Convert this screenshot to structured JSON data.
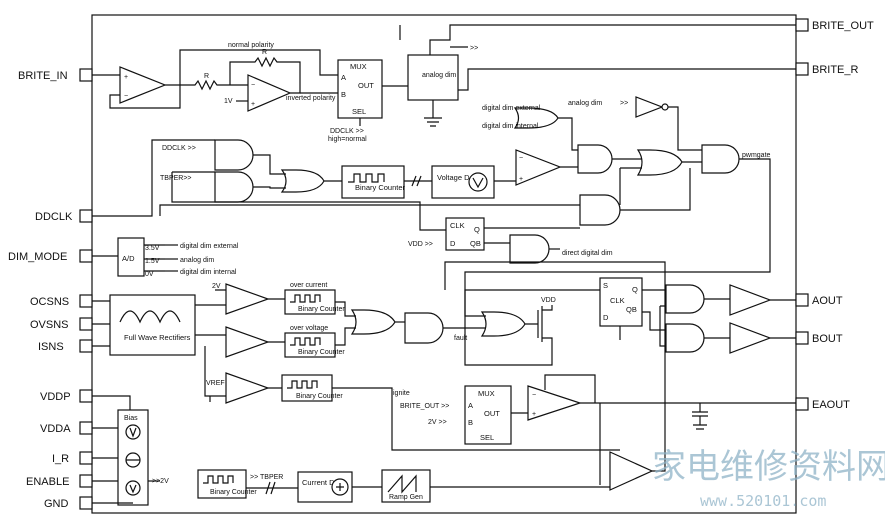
{
  "pins_left": [
    "BRITE_IN",
    "DDCLK",
    "DIM_MODE",
    "OCSNS",
    "OVSNS",
    "ISNS",
    "VDDP",
    "VDDA",
    "I_R",
    "ENABLE",
    "GND"
  ],
  "pins_right": [
    "BRITE_OUT",
    "BRITE_R",
    "AOUT",
    "BOUT",
    "EAOUT"
  ],
  "labels": {
    "normal_polarity": "normal polarity",
    "inverted_polarity": "inverted polarity",
    "r": "R",
    "one_v": "1V",
    "mux": "MUX",
    "a": "A",
    "b": "B",
    "out": "OUT",
    "sel": "SEL",
    "ddclk_high": "DDCLK >>",
    "high_normal": "high=normal",
    "analog_dim_small": "analog dim",
    "arrows": ">>",
    "digital_dim_external": "digital dim external",
    "digital_dim_internal": "digital dim internal",
    "analog_dim": "analog dim",
    "analog_dim2": "analog dim",
    "ddclk_in": "DDCLK >>",
    "tbper_in": "TBPER>>",
    "binary_counter": "Binary Counter",
    "voltage_dac": "Voltage DAC",
    "pwmgate": "pwmgate",
    "clk": "CLK",
    "q": "Q",
    "qb": "QB",
    "d": "D",
    "s": "S",
    "vdd_in": "VDD >>",
    "direct_digital_dim": "direct digital dim",
    "ad": "A/D",
    "v35": "3.5V",
    "v15": "1.5V",
    "v0": "0V",
    "two_v": "2V",
    "over_current": "over current",
    "over_voltage": "over voltage",
    "fwr": "Full Wave Rectifiers",
    "vdd": "VDD",
    "fault": "fault",
    "vref": "VREF",
    "ignite": "ignite",
    "brite_out_in": "BRITE_OUT >>",
    "two_v_in": "2V >>",
    "bias": "Bias",
    "to_2v": ">>2V",
    "tbper_out": ">> TBPER",
    "current_dac": "Current DAC",
    "ramp_gen": "Ramp Gen"
  },
  "watermark": {
    "cn": "家电维修资料网",
    "url": "www.520101.com"
  }
}
